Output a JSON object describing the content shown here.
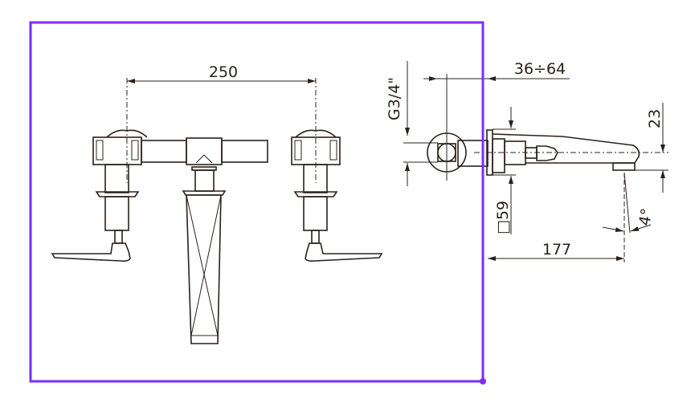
{
  "drawing": {
    "dimensions": {
      "valve_spacing": "250",
      "thread_size": "G3/4\"",
      "wall_depth": "36÷64",
      "spout_height": "23",
      "plate_size": "□59",
      "spout_reach": "177",
      "spout_angle": "4°"
    },
    "line_color": "#2b211c"
  },
  "selection": {
    "color": "#7b2ff7"
  }
}
